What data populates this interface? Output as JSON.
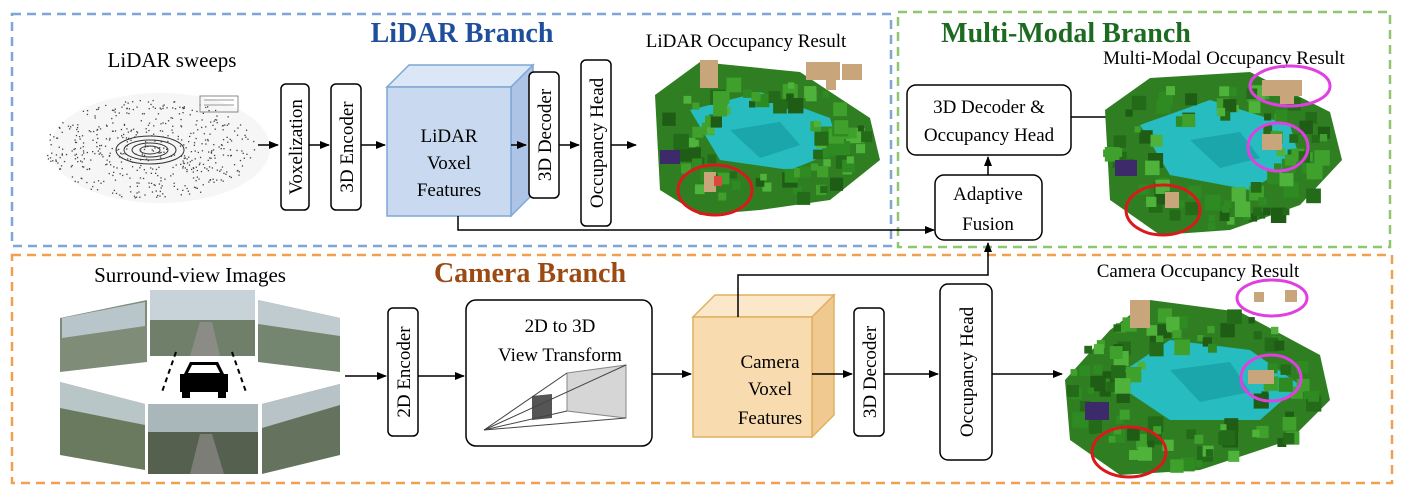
{
  "branches": {
    "lidar": {
      "title": "LiDAR Branch",
      "color": "#1f4e9a"
    },
    "multimodal": {
      "title": "Multi-Modal Branch",
      "color": "#1d6b21"
    },
    "camera": {
      "title": "Camera Branch",
      "color": "#9a4a12"
    }
  },
  "lidar": {
    "input_label": "LiDAR sweeps",
    "voxelization": "Voxelization",
    "encoder": "3D Encoder",
    "features": [
      "LiDAR",
      "Voxel",
      "Features"
    ],
    "decoder": "3D Decoder",
    "head": "Occupancy Head",
    "result_label": "LiDAR Occupancy Result"
  },
  "multimodal": {
    "decoder_head": [
      "3D Decoder &",
      "Occupancy Head"
    ],
    "fusion": [
      "Adaptive",
      "Fusion"
    ],
    "result_label": "Multi-Modal Occupancy Result"
  },
  "camera": {
    "input_label": "Surround-view Images",
    "encoder": "2D Encoder",
    "transform": [
      "2D to 3D",
      "View Transform"
    ],
    "features": [
      "Camera",
      "Voxel",
      "Features"
    ],
    "decoder": "3D Decoder",
    "head": "Occupancy Head",
    "result_label": "Camera Occupancy Result"
  },
  "colors": {
    "lidar_dash": "#7fa6d6",
    "multimodal_dash": "#8fc66f",
    "camera_dash": "#f0a050",
    "lidar_cube": "#c9d9f0",
    "camera_cube": "#f8dcb0",
    "highlight_red": "#d9191c",
    "highlight_magenta": "#e040e0"
  }
}
